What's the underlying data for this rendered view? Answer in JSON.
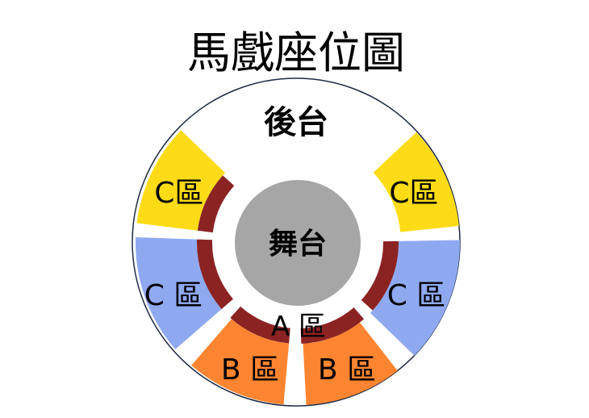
{
  "title": "馬戲座位圖",
  "backstage": "後台",
  "stage": "舞台",
  "zones": {
    "c_upper_left": "C區",
    "c_upper_right": "C區",
    "c_lower_left": "C 區",
    "c_lower_right": "C 區",
    "a": "A 區",
    "b_left": "B 區",
    "b_right": "B 區"
  },
  "colors": {
    "c_upper": "#FDDC17",
    "c_lower": "#8FA9F1",
    "b": "#FD8531",
    "a": "#8B2323",
    "stage": "#A6A6A6",
    "outline": "#1F2A44"
  }
}
